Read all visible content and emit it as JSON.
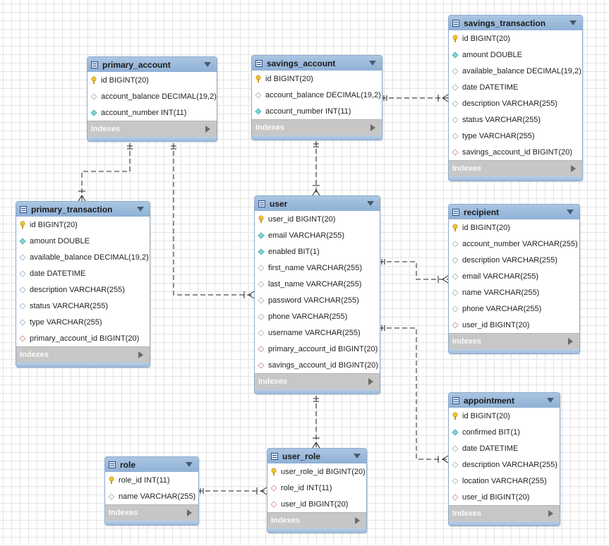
{
  "indexes_label": "Indexes",
  "tables": [
    {
      "id": "primary_account",
      "name": "primary_account",
      "columns": [
        {
          "icon": "pk",
          "text": "id BIGINT(20)"
        },
        {
          "icon": "empty",
          "text": "account_balance DECIMAL(19,2)"
        },
        {
          "icon": "filled",
          "text": "account_number INT(11)"
        }
      ]
    },
    {
      "id": "savings_account",
      "name": "savings_account",
      "columns": [
        {
          "icon": "pk",
          "text": "id BIGINT(20)"
        },
        {
          "icon": "empty",
          "text": "account_balance DECIMAL(19,2)"
        },
        {
          "icon": "filled",
          "text": "account_number INT(11)"
        }
      ]
    },
    {
      "id": "savings_transaction",
      "name": "savings_transaction",
      "columns": [
        {
          "icon": "pk",
          "text": "id BIGINT(20)"
        },
        {
          "icon": "filled",
          "text": "amount DOUBLE"
        },
        {
          "icon": "empty",
          "text": "available_balance DECIMAL(19,2)"
        },
        {
          "icon": "empty",
          "text": "date DATETIME"
        },
        {
          "icon": "empty",
          "text": "description VARCHAR(255)"
        },
        {
          "icon": "empty",
          "text": "status VARCHAR(255)"
        },
        {
          "icon": "empty",
          "text": "type VARCHAR(255)"
        },
        {
          "icon": "fk",
          "text": "savings_account_id BIGINT(20)"
        }
      ]
    },
    {
      "id": "primary_transaction",
      "name": "primary_transaction",
      "columns": [
        {
          "icon": "pk",
          "text": "id BIGINT(20)"
        },
        {
          "icon": "filled",
          "text": "amount DOUBLE"
        },
        {
          "icon": "empty",
          "text": "available_balance DECIMAL(19,2)"
        },
        {
          "icon": "empty",
          "text": "date DATETIME"
        },
        {
          "icon": "empty",
          "text": "description VARCHAR(255)"
        },
        {
          "icon": "empty",
          "text": "status VARCHAR(255)"
        },
        {
          "icon": "empty",
          "text": "type VARCHAR(255)"
        },
        {
          "icon": "fk",
          "text": "primary_account_id BIGINT(20)"
        }
      ]
    },
    {
      "id": "user",
      "name": "user",
      "columns": [
        {
          "icon": "pk",
          "text": "user_id BIGINT(20)"
        },
        {
          "icon": "filled",
          "text": "email VARCHAR(255)"
        },
        {
          "icon": "filled",
          "text": "enabled BIT(1)"
        },
        {
          "icon": "empty",
          "text": "first_name VARCHAR(255)"
        },
        {
          "icon": "empty",
          "text": "last_name VARCHAR(255)"
        },
        {
          "icon": "empty",
          "text": "password VARCHAR(255)"
        },
        {
          "icon": "empty",
          "text": "phone VARCHAR(255)"
        },
        {
          "icon": "empty",
          "text": "username VARCHAR(255)"
        },
        {
          "icon": "fk",
          "text": "primary_account_id BIGINT(20)"
        },
        {
          "icon": "fk",
          "text": "savings_account_id BIGINT(20)"
        }
      ]
    },
    {
      "id": "recipient",
      "name": "recipient",
      "columns": [
        {
          "icon": "pk",
          "text": "id BIGINT(20)"
        },
        {
          "icon": "empty",
          "text": "account_number VARCHAR(255)"
        },
        {
          "icon": "empty",
          "text": "description VARCHAR(255)"
        },
        {
          "icon": "empty",
          "text": "email VARCHAR(255)"
        },
        {
          "icon": "empty",
          "text": "name VARCHAR(255)"
        },
        {
          "icon": "empty",
          "text": "phone VARCHAR(255)"
        },
        {
          "icon": "fk",
          "text": "user_id BIGINT(20)"
        }
      ]
    },
    {
      "id": "appointment",
      "name": "appointment",
      "columns": [
        {
          "icon": "pk",
          "text": "id BIGINT(20)"
        },
        {
          "icon": "filled",
          "text": "confirmed BIT(1)"
        },
        {
          "icon": "empty",
          "text": "date DATETIME"
        },
        {
          "icon": "empty",
          "text": "description VARCHAR(255)"
        },
        {
          "icon": "empty",
          "text": "location VARCHAR(255)"
        },
        {
          "icon": "fk",
          "text": "user_id BIGINT(20)"
        }
      ]
    },
    {
      "id": "role",
      "name": "role",
      "columns": [
        {
          "icon": "pk",
          "text": "role_id INT(11)"
        },
        {
          "icon": "empty",
          "text": "name VARCHAR(255)"
        }
      ]
    },
    {
      "id": "user_role",
      "name": "user_role",
      "columns": [
        {
          "icon": "pk",
          "text": "user_role_id BIGINT(20)"
        },
        {
          "icon": "fk",
          "text": "role_id INT(11)"
        },
        {
          "icon": "fk",
          "text": "user_id BIGINT(20)"
        }
      ]
    }
  ]
}
